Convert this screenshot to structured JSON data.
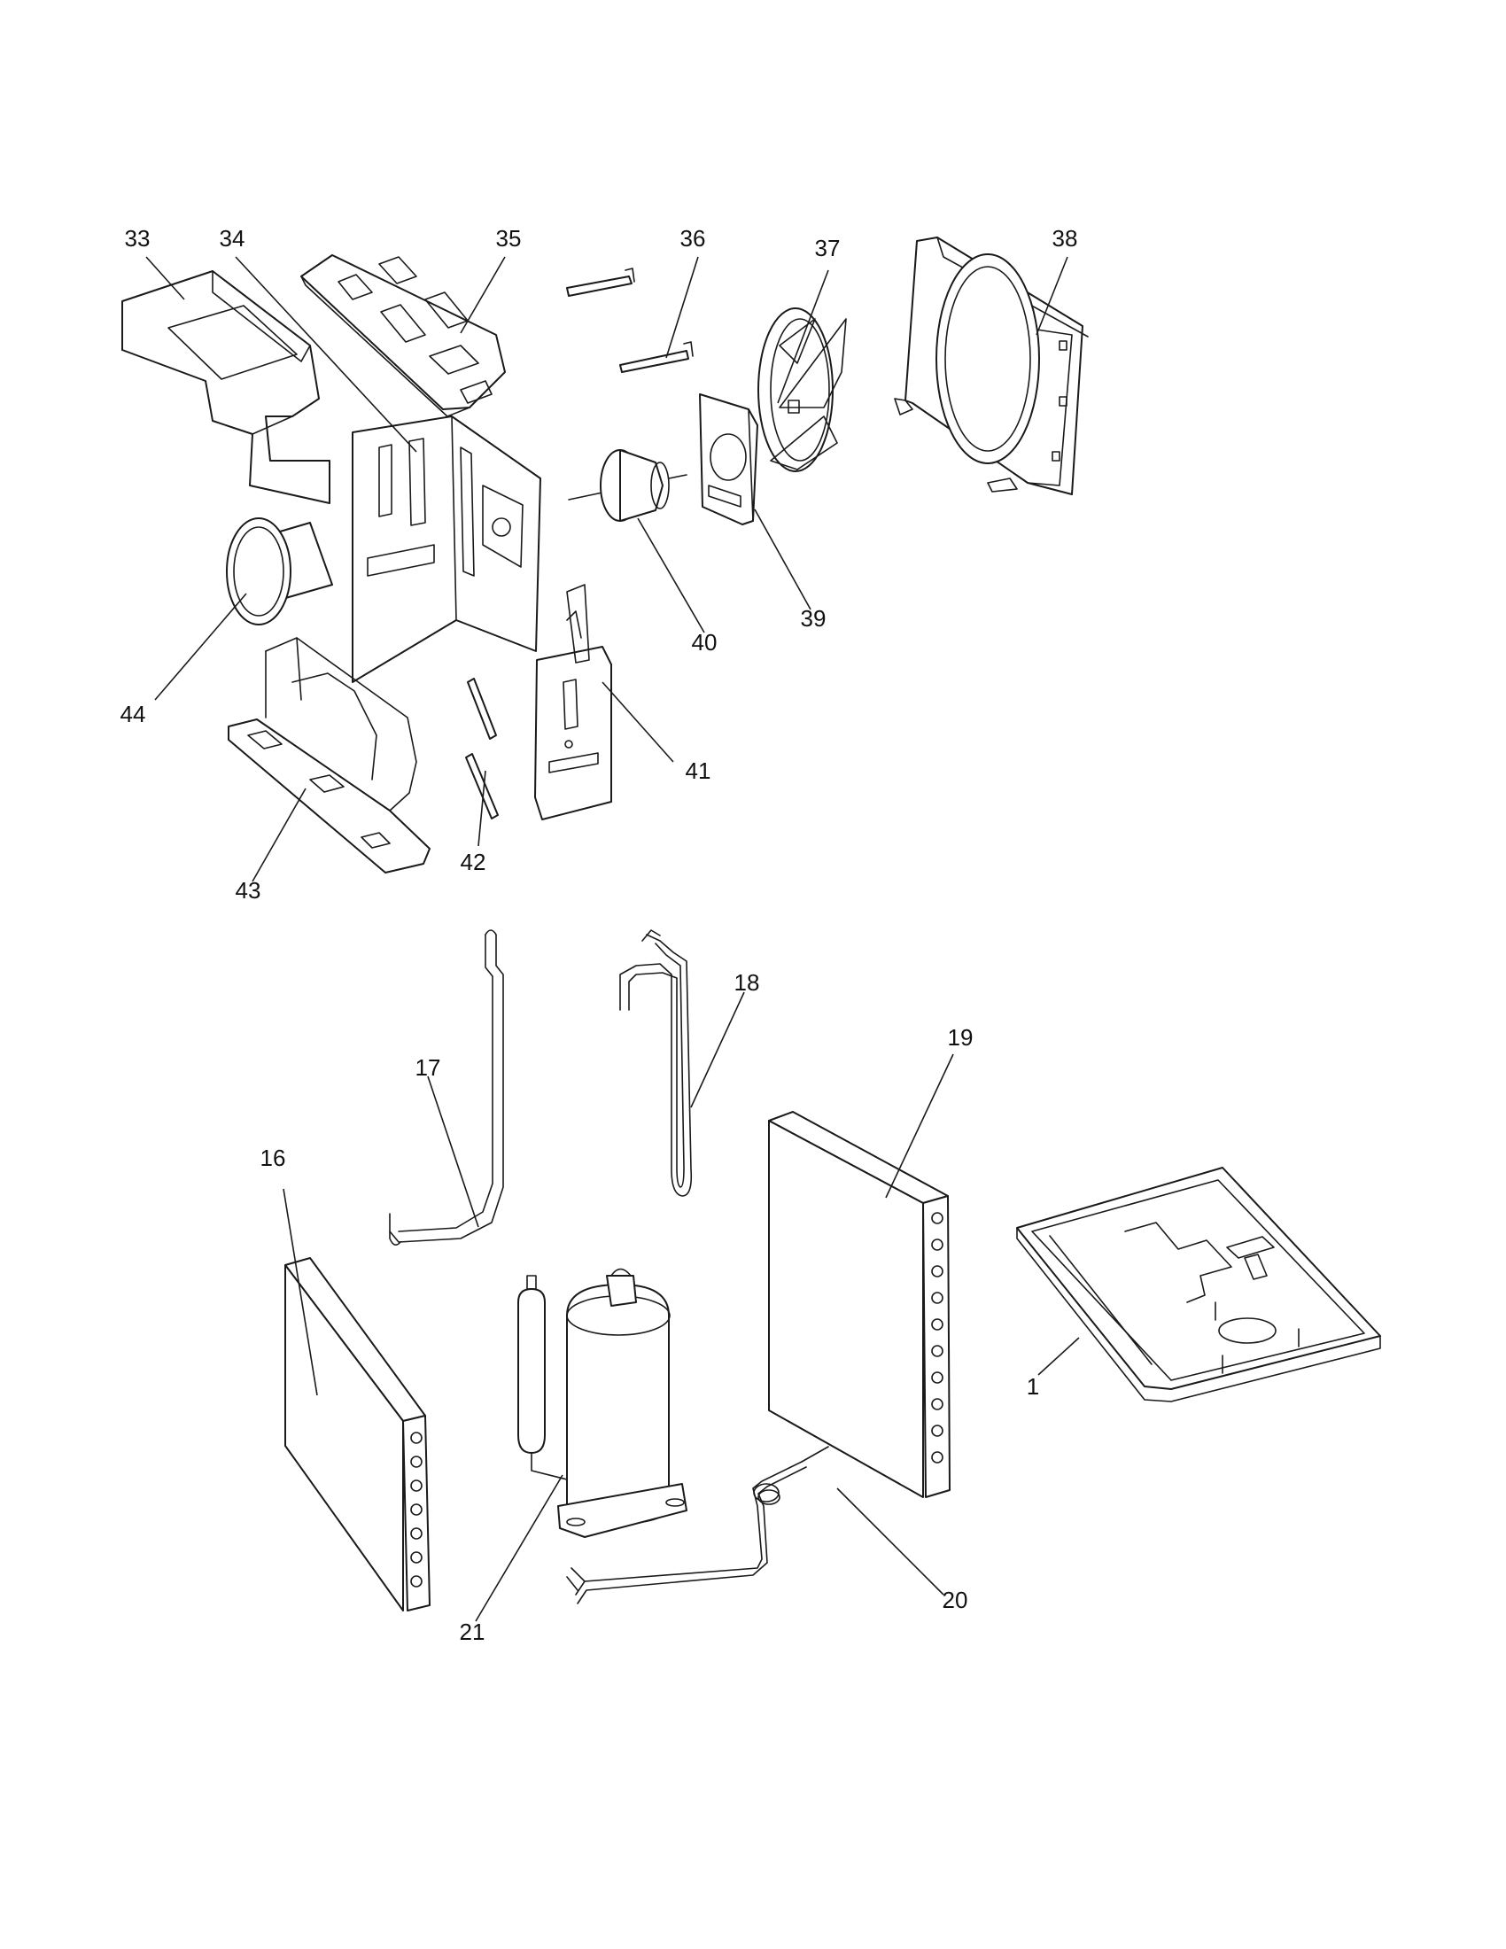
{
  "diagram": {
    "callouts": {
      "p33": "33",
      "p34": "34",
      "p35": "35",
      "p36": "36",
      "p37": "37",
      "p38": "38",
      "p39": "39",
      "p40": "40",
      "p41": "41",
      "p42": "42",
      "p43": "43",
      "p44": "44",
      "p16": "16",
      "p17": "17",
      "p18": "18",
      "p19": "19",
      "p1": "1",
      "p20": "20",
      "p21": "21"
    }
  }
}
